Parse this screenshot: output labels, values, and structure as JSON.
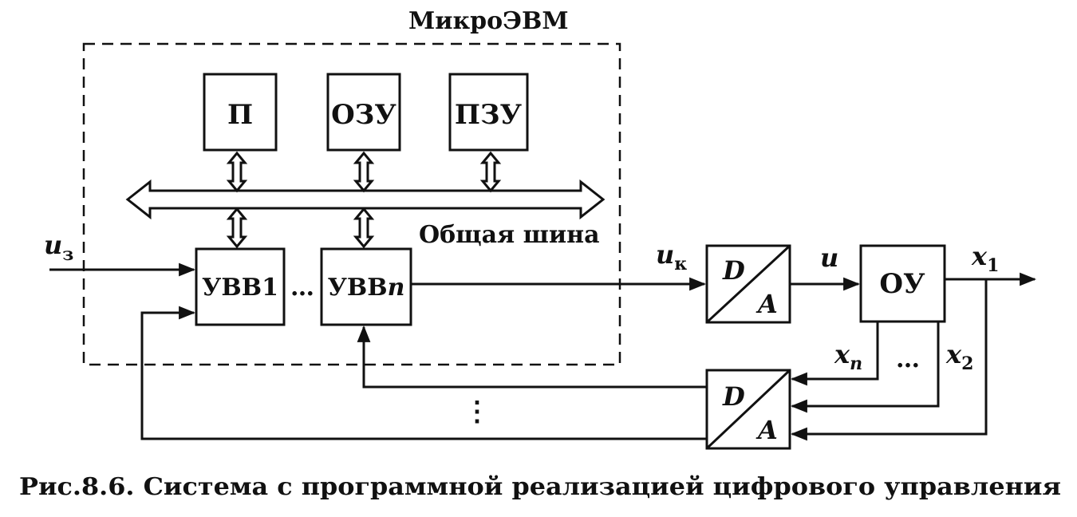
{
  "title": "МикроЭВМ",
  "blocks": {
    "p": "П",
    "ozu": "ОЗУ",
    "pzu": "ПЗУ",
    "uvv1": "УВВ1",
    "uvvn_prefix": "УВВ",
    "uvvn_suffix": "n",
    "ou": "ОУ",
    "dac_d": "D",
    "dac_a": "A",
    "adc_d": "D",
    "adc_a": "A"
  },
  "bus_label": "Общая шина",
  "ellipsis_h": "…",
  "signals": {
    "uz_main": "u",
    "uz_sub": "з",
    "uk_main": "u",
    "uk_sub": "к",
    "u": "u",
    "x1_main": "x",
    "x1_sub": "1",
    "xn_main": "x",
    "xn_sub": "n",
    "x2_main": "x",
    "x2_sub": "2",
    "x_ellipsis": "…",
    "feedback_ellipsis": "⋮"
  },
  "caption": "Рис.8.6. Система с программной реализацией цифрового управления"
}
